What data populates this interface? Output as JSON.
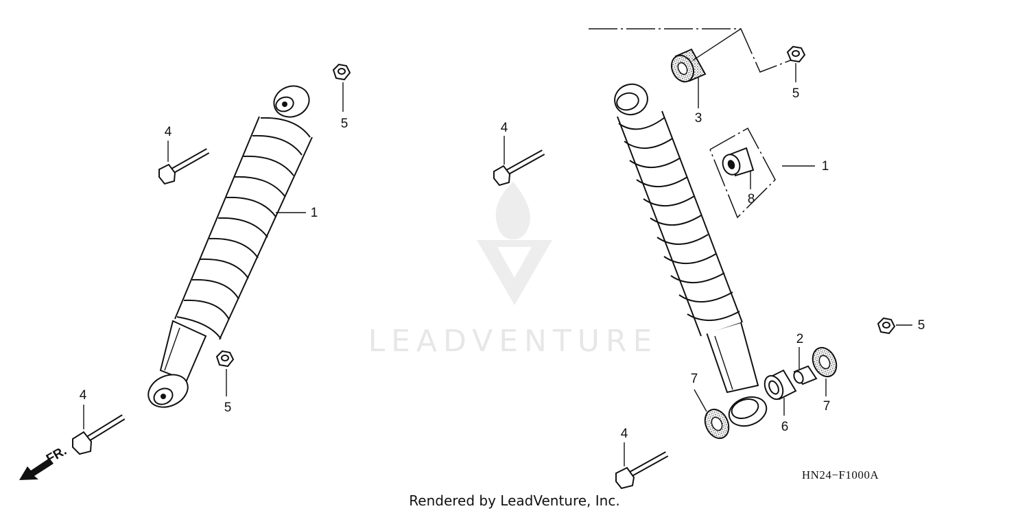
{
  "watermark": {
    "text": "LEADVENTURE"
  },
  "arrow": {
    "label": "FR."
  },
  "diagram_code": "HN24−F1000A",
  "footer": "Rendered by LeadVenture, Inc.",
  "callouts": {
    "left_shock": "1",
    "left_bolt_top": "4",
    "left_nut_top": "5",
    "left_nut_bottom": "5",
    "left_bolt_bottom": "4",
    "right_bolt_top": "4",
    "right_bushing_top": "3",
    "right_nut_top": "5",
    "right_bushing_mid": "8",
    "right_shock": "1",
    "right_collar": "2",
    "right_bearing": "6",
    "right_seal_left": "7",
    "right_seal_right": "7",
    "right_nut_right": "5",
    "right_bolt_bottom": "4"
  }
}
